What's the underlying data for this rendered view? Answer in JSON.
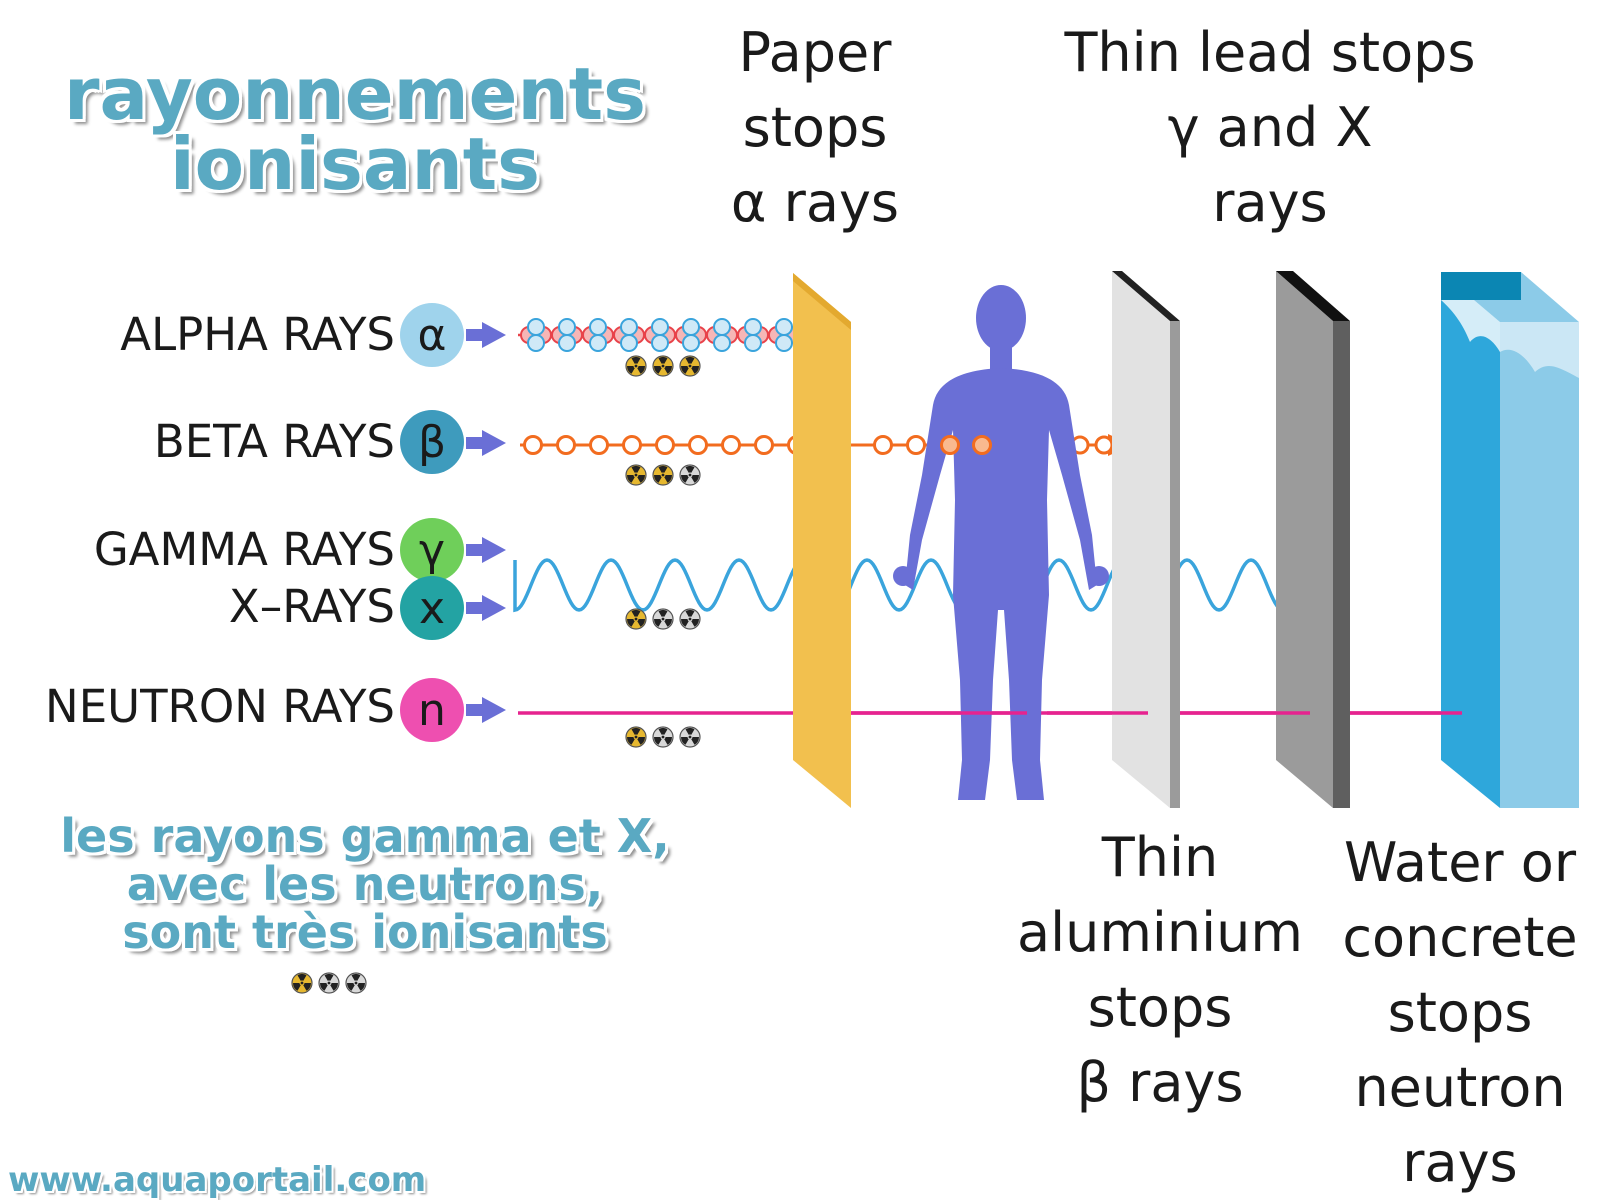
{
  "title": {
    "line1": "rayonnements",
    "line2": "ionisants"
  },
  "note": {
    "line1": "les rayons gamma et X,",
    "line2": "avec les neutrons,",
    "line3": "sont très ionisants"
  },
  "footer_url": "www.aquaportail.com",
  "rays": [
    {
      "label": "ALPHA RAYS",
      "symbol": "α",
      "color": "#9fd3ec",
      "hazard_level": 3
    },
    {
      "label": "BETA RAYS",
      "symbol": "β",
      "color": "#3e9bbd",
      "hazard_level": 2
    },
    {
      "label": "GAMMA RAYS",
      "symbol": "γ",
      "color": "#6fcf5a",
      "hazard_level": 1
    },
    {
      "label": "X–RAYS",
      "symbol": "x",
      "color": "#23a3a3"
    },
    {
      "label": "NEUTRON RAYS",
      "symbol": "n",
      "color": "#ee4fb0",
      "hazard_level": 1
    }
  ],
  "note_hazard_level": 1,
  "barriers": {
    "paper": [
      "Paper",
      "stops",
      "α rays"
    ],
    "lead": [
      "Thin lead stops",
      "γ and X",
      "rays"
    ],
    "aluminium": [
      "Thin",
      "aluminium",
      "stops",
      "β rays"
    ],
    "water": [
      "Water or",
      "concrete",
      "stops",
      "neutron",
      "rays"
    ]
  },
  "colors": {
    "title": "#5aa9c2",
    "paper": "#f2c04e",
    "human": "#6a6fd6",
    "aluminium": "#e2e2e2",
    "lead": "#9b9b9b",
    "water": "#2ea7db",
    "alpha_stream": "#e8434a",
    "beta_stream": "#f26c1f",
    "wave": "#3aa4dc",
    "neutron_line": "#e6238f",
    "arrow": "#6a6fd6",
    "hazard_active": "#e6b830",
    "hazard_inactive": "#d8d8d8"
  }
}
